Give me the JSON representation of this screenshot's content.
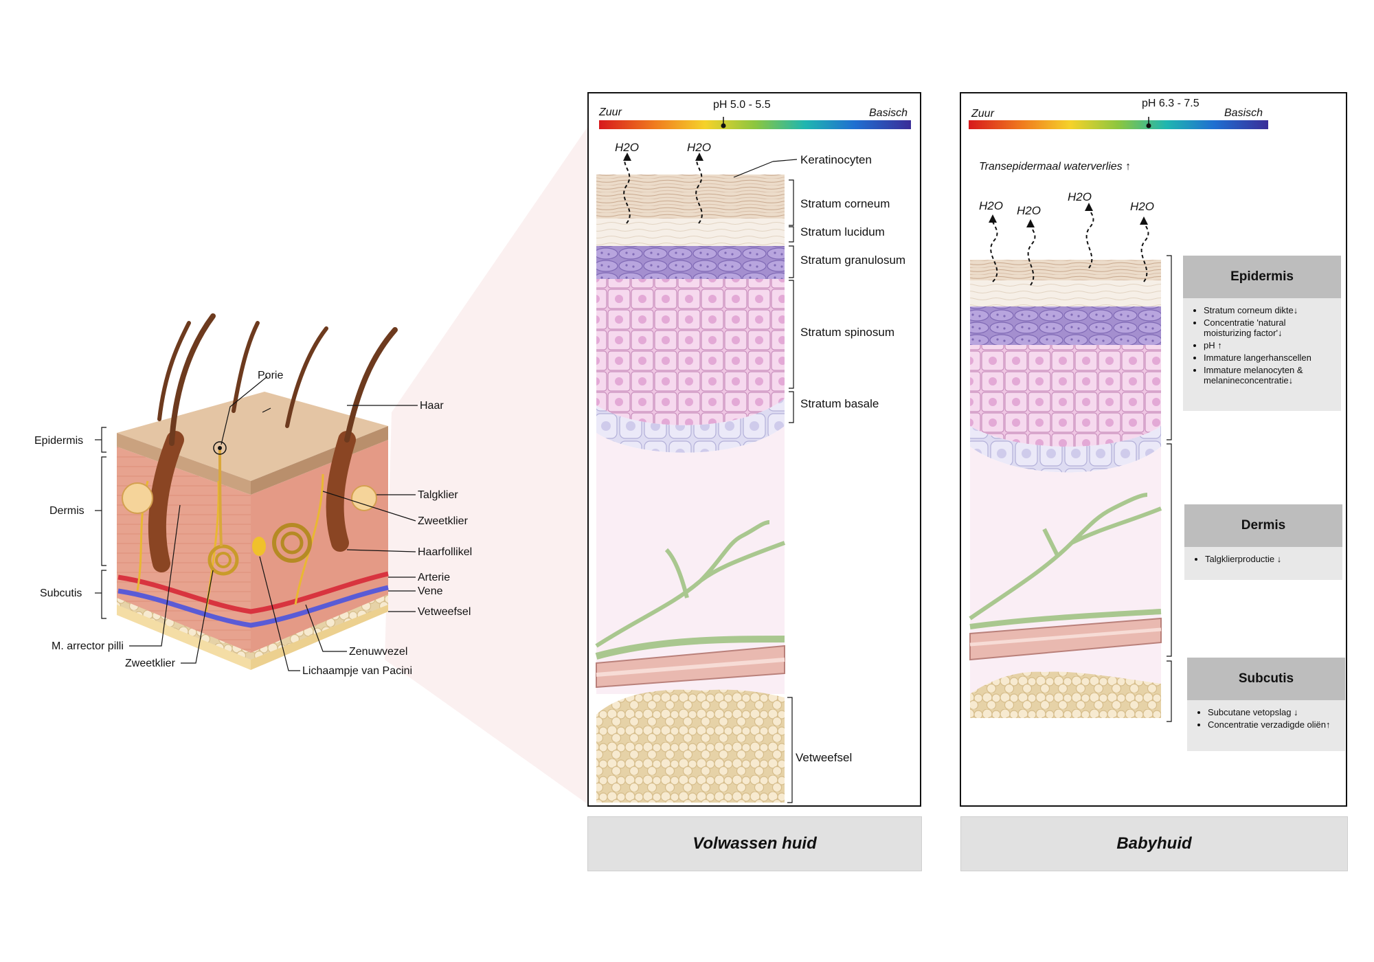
{
  "left_diagram": {
    "labels": {
      "epidermis": "Epidermis",
      "dermis": "Dermis",
      "subcutis": "Subcutis",
      "porie": "Porie",
      "haar": "Haar",
      "talgklier": "Talgklier",
      "zweetklier_right": "Zweetklier",
      "haarfollikel": "Haarfollikel",
      "arterie": "Arterie",
      "vene": "Vene",
      "vetweefsel": "Vetweefsel",
      "m_arrector_pilli": "M. arrector pilli",
      "zweetklier_bottom": "Zweetklier",
      "zenuwvezel": "Zenuwvezel",
      "lichaampje_van_pacini": "Lichaampje van Pacini"
    }
  },
  "adult_panel": {
    "ph_scale": {
      "left": "Zuur",
      "right": "Basisch",
      "range": "pH 5.0 - 5.5",
      "marker_fraction": 0.4
    },
    "h2o": [
      "H2O",
      "H2O"
    ],
    "layers": {
      "keratinocyten": "Keratinocyten",
      "stratum_corneum": "Stratum corneum",
      "stratum_lucidum": "Stratum lucidum",
      "stratum_granulosum": "Stratum granulosum",
      "stratum_spinosum": "Stratum spinosum",
      "stratum_basale": "Stratum basale",
      "vetweefsel": "Vetweefsel"
    },
    "caption": "Volwassen huid"
  },
  "baby_panel": {
    "ph_scale": {
      "left": "Zuur",
      "right": "Basisch",
      "range": "pH 6.3 - 7.5",
      "marker_fraction": 0.6
    },
    "transepidermal": "Transepidermaal waterverlies ↑",
    "h2o": [
      "H2O",
      "H2O",
      "H2O",
      "H2O"
    ],
    "boxes": {
      "epidermis": {
        "title": "Epidermis",
        "items": [
          "Stratum corneum dikte↓",
          "Concentratie 'natural moisturizing factor'↓",
          "pH ↑",
          "Immature langerhanscellen",
          "Immature melanocyten & melanineconcentratie↓"
        ]
      },
      "dermis": {
        "title": "Dermis",
        "items": [
          "Talgklierproductie ↓"
        ]
      },
      "subcutis": {
        "title": "Subcutis",
        "items": [
          "Subcutane vetopslag ↓",
          "Concentratie verzadigde oliën↑"
        ]
      }
    },
    "caption": "Babyhuid"
  },
  "colors": {
    "ph_gradient": [
      "#d7191c",
      "#f07c1e",
      "#f5d22a",
      "#8cc63f",
      "#1fb6b0",
      "#1f6fd1",
      "#3a2d98"
    ],
    "stratum_corneum": "#ead8c8",
    "granulosum": "#a48fcf",
    "spinosum": "#efc6e3",
    "basale": "#dedcf2",
    "dermis": "#faeef5",
    "fat": "#f3e4c4",
    "vessel": "#e9b9b0",
    "nerve": "#a9c78f",
    "info_header": "#bdbdbd",
    "info_body": "#e8e8e8"
  }
}
